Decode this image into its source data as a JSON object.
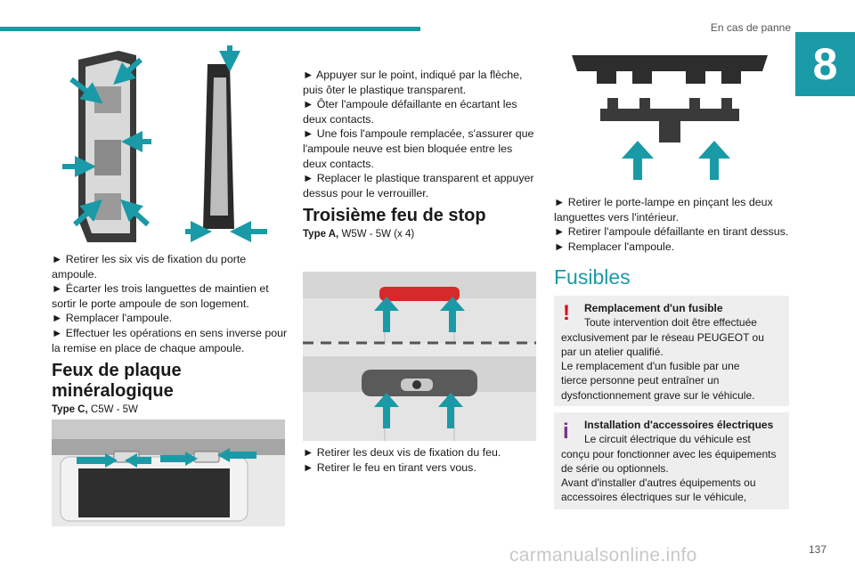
{
  "header": {
    "section_title": "En cas de panne",
    "chapter_number": "8",
    "page_number": "137"
  },
  "col1": {
    "steps": [
      "► Retirer les six vis de fixation du porte ampoule.",
      "► Écarter les trois languettes de maintien et sortir le porte ampoule de son logement.",
      "► Remplacer l'ampoule.",
      "► Effectuer les opérations en sens inverse pour la remise en place de chaque ampoule."
    ],
    "heading": "Feux de plaque minéralogique",
    "type_label": "Type C,",
    "type_value": " C5W - 5W"
  },
  "col2": {
    "steps_top": [
      "► Appuyer sur le point, indiqué par la flèche, puis ôter le plastique transparent.",
      "► Ôter l'ampoule défaillante en écartant les deux contacts.",
      "► Une fois l'ampoule remplacée, s'assurer que l'ampoule neuve est bien bloquée entre les deux contacts.",
      "► Replacer le plastique transparent et appuyer dessus pour le verrouiller."
    ],
    "heading": "Troisième feu de stop",
    "type_label": "Type A,",
    "type_value": " W5W - 5W (x 4)",
    "steps_bottom": [
      "► Retirer les deux vis de fixation du feu.",
      "► Retirer le feu en tirant vers vous."
    ]
  },
  "col3": {
    "steps": [
      "► Retirer le porte-lampe en pinçant les deux languettes vers l'intérieur.",
      "► Retirer l'ampoule défaillante en tirant dessus.",
      "► Remplacer l'ampoule."
    ],
    "heading": "Fusibles",
    "warning": {
      "icon": "exclamation-icon",
      "title": "Remplacement d'un fusible",
      "lines": [
        "Toute intervention doit être effectuée",
        "exclusivement par le réseau PEUGEOT ou par un atelier qualifié.",
        "Le remplacement d'un fusible par une",
        "tierce personne peut entraîner un dysfonctionnement grave sur le véhicule."
      ]
    },
    "info": {
      "icon": "info-icon",
      "title": "Installation d'accessoires électriques",
      "lines": [
        "Le circuit électrique du véhicule est",
        "conçu pour fonctionner avec les équipements de série ou optionnels.",
        "Avant d'installer d'autres équipements ou accessoires électriques sur le véhicule,"
      ]
    }
  },
  "footer": {
    "watermark": "carmanualsonline.info"
  },
  "colors": {
    "accent": "#1a9aa6",
    "warning": "#e3001b",
    "info": "#7e2f8e",
    "box_bg": "#eeeeee"
  }
}
